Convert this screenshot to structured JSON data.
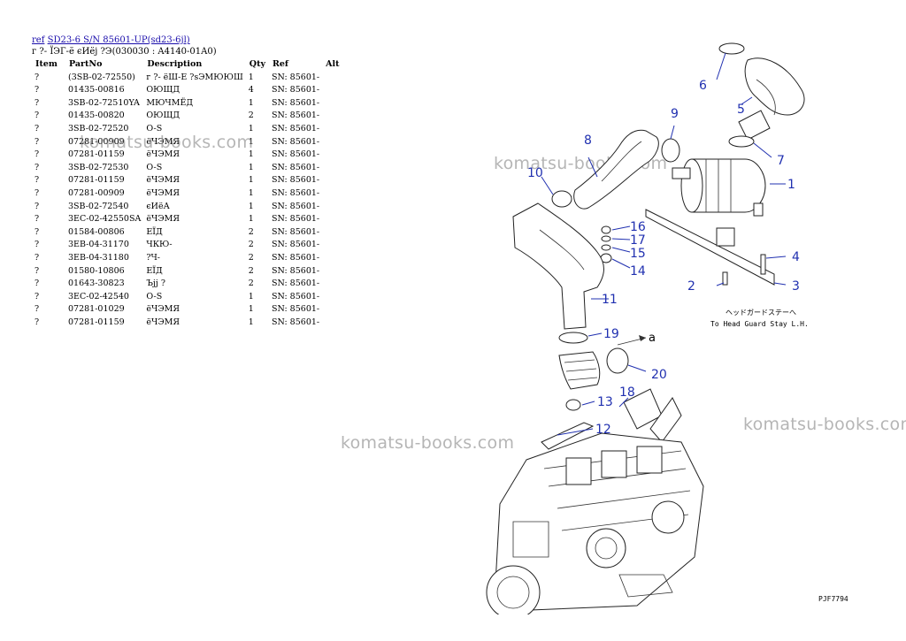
{
  "header": {
    "ref_link": "ref",
    "model_link": "SD23-6 S/N 85601-UP(sd23-6jl)",
    "subtitle": "г ?- ЇЭГ-ё єИёј ?Э(030030 : A4140-01A0)"
  },
  "table": {
    "columns": [
      "Item",
      "PartNo",
      "Description",
      "Qty",
      "Ref",
      "Alt"
    ],
    "rows": [
      {
        "item": "?",
        "part": "(3SB-02-72550)",
        "desc": "г ?- ёШ-Е ?sЭМЮЮШ",
        "qty": "1",
        "ref": "SN: 85601-",
        "alt": ""
      },
      {
        "item": "?",
        "part": "01435-00816",
        "desc": "ОЮЩД",
        "qty": "4",
        "ref": "SN: 85601-",
        "alt": ""
      },
      {
        "item": "?",
        "part": "3SB-02-72510YA",
        "desc": "МЮЧМЁД",
        "qty": "1",
        "ref": "SN: 85601-",
        "alt": ""
      },
      {
        "item": "?",
        "part": "01435-00820",
        "desc": "ОЮЩД",
        "qty": "2",
        "ref": "SN: 85601-",
        "alt": ""
      },
      {
        "item": "?",
        "part": "3SB-02-72520",
        "desc": "O-S",
        "qty": "1",
        "ref": "SN: 85601-",
        "alt": ""
      },
      {
        "item": "?",
        "part": "07281-00909",
        "desc": "ёЧЭМЯ",
        "qty": "1",
        "ref": "SN: 85601-",
        "alt": ""
      },
      {
        "item": "?",
        "part": "07281-01159",
        "desc": "ёЧЭМЯ",
        "qty": "1",
        "ref": "SN: 85601-",
        "alt": ""
      },
      {
        "item": "?",
        "part": "3SB-02-72530",
        "desc": "O-S",
        "qty": "1",
        "ref": "SN: 85601-",
        "alt": ""
      },
      {
        "item": "?",
        "part": "07281-01159",
        "desc": "ёЧЭМЯ",
        "qty": "1",
        "ref": "SN: 85601-",
        "alt": ""
      },
      {
        "item": "?",
        "part": "07281-00909",
        "desc": "ёЧЭМЯ",
        "qty": "1",
        "ref": "SN: 85601-",
        "alt": ""
      },
      {
        "item": "?",
        "part": "3SB-02-72540",
        "desc": "єИёА",
        "qty": "1",
        "ref": "SN: 85601-",
        "alt": ""
      },
      {
        "item": "?",
        "part": "3EC-02-42550SA",
        "desc": "ёЧЭМЯ",
        "qty": "1",
        "ref": "SN: 85601-",
        "alt": ""
      },
      {
        "item": "?",
        "part": "01584-00806",
        "desc": "ЕЇД",
        "qty": "2",
        "ref": "SN: 85601-",
        "alt": ""
      },
      {
        "item": "?",
        "part": "3EB-04-31170",
        "desc": "ЧКЮ-",
        "qty": "2",
        "ref": "SN: 85601-",
        "alt": ""
      },
      {
        "item": "?",
        "part": "3EB-04-31180",
        "desc": "?Ч-",
        "qty": "2",
        "ref": "SN: 85601-",
        "alt": ""
      },
      {
        "item": "?",
        "part": "01580-10806",
        "desc": "ЕЇД",
        "qty": "2",
        "ref": "SN: 85601-",
        "alt": ""
      },
      {
        "item": "?",
        "part": "01643-30823",
        "desc": "Ъјј ?",
        "qty": "2",
        "ref": "SN: 85601-",
        "alt": ""
      },
      {
        "item": "?",
        "part": "3EC-02-42540",
        "desc": "O-S",
        "qty": "1",
        "ref": "SN: 85601-",
        "alt": ""
      },
      {
        "item": "?",
        "part": "07281-01029",
        "desc": "ёЧЭМЯ",
        "qty": "1",
        "ref": "SN: 85601-",
        "alt": ""
      },
      {
        "item": "?",
        "part": "07281-01159",
        "desc": "ёЧЭМЯ",
        "qty": "1",
        "ref": "SN: 85601-",
        "alt": ""
      }
    ]
  },
  "watermarks": {
    "w1": "komatsu-books.com",
    "w2": "komatsu-books.com",
    "w3": "komatsu-books.com",
    "w4": "komatsu-books.com"
  },
  "diagram": {
    "callouts": [
      "1",
      "2",
      "3",
      "4",
      "5",
      "6",
      "7",
      "8",
      "9",
      "10",
      "11",
      "12",
      "13",
      "14",
      "15",
      "16",
      "17",
      "18",
      "19",
      "20"
    ],
    "arrow_label": "a",
    "note_jp": "ヘッドガードステーへ",
    "note_en": "To Head Guard Stay L.H.",
    "code": "PJF7794"
  },
  "colors": {
    "callout": "#2030b0",
    "link": "#1a0dab",
    "watermark": "#787878"
  }
}
